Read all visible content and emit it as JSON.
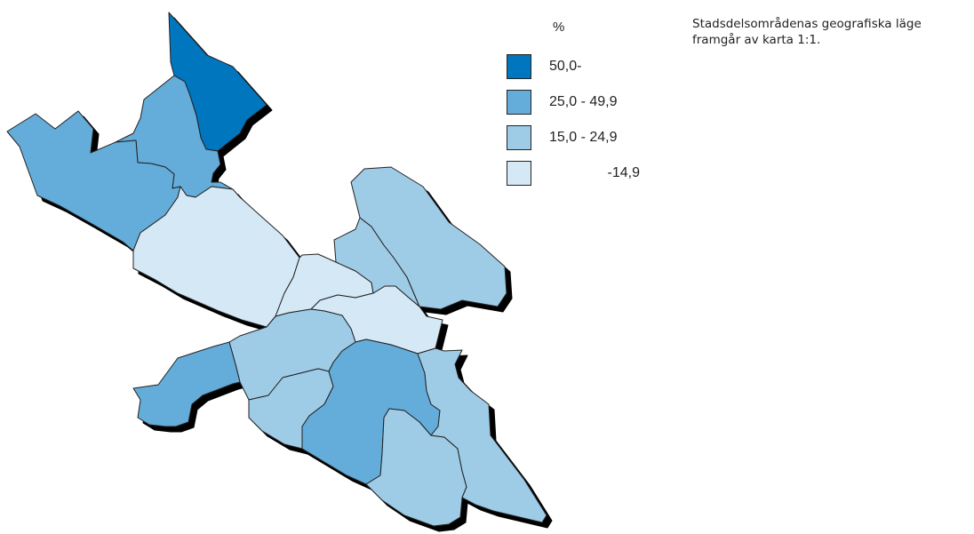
{
  "legend": {
    "unit": "%",
    "classes": [
      {
        "label": "50,0-",
        "color": "#0076BE"
      },
      {
        "label": "25,0 - 49,9",
        "color": "#64ACD9"
      },
      {
        "label": "15,0 - 24,9",
        "color": "#9ECBE6"
      },
      {
        "label": "-14,9",
        "color": "#D5E8F5"
      }
    ]
  },
  "note": {
    "line1": "Stadsdelsområdenas geografiska läge",
    "line2": "framgår av karta 1:1."
  },
  "map": {
    "shadow_color": "#000000",
    "outline_color": "#222222",
    "regions": [
      {
        "id": "region-north",
        "class_index": 0
      },
      {
        "id": "region-northwest-inner",
        "class_index": 1
      },
      {
        "id": "region-west",
        "class_index": 1
      },
      {
        "id": "region-central-west",
        "class_index": 3
      },
      {
        "id": "region-central",
        "class_index": 3
      },
      {
        "id": "region-central-east",
        "class_index": 3
      },
      {
        "id": "region-northeast-small",
        "class_index": 2
      },
      {
        "id": "region-northeast",
        "class_index": 2
      },
      {
        "id": "region-south-central",
        "class_index": 2
      },
      {
        "id": "region-southwest",
        "class_index": 1
      },
      {
        "id": "region-south-middle",
        "class_index": 2
      },
      {
        "id": "region-southeast-inner",
        "class_index": 1
      },
      {
        "id": "region-south-bottom",
        "class_index": 2
      },
      {
        "id": "region-southeast",
        "class_index": 2
      }
    ]
  }
}
